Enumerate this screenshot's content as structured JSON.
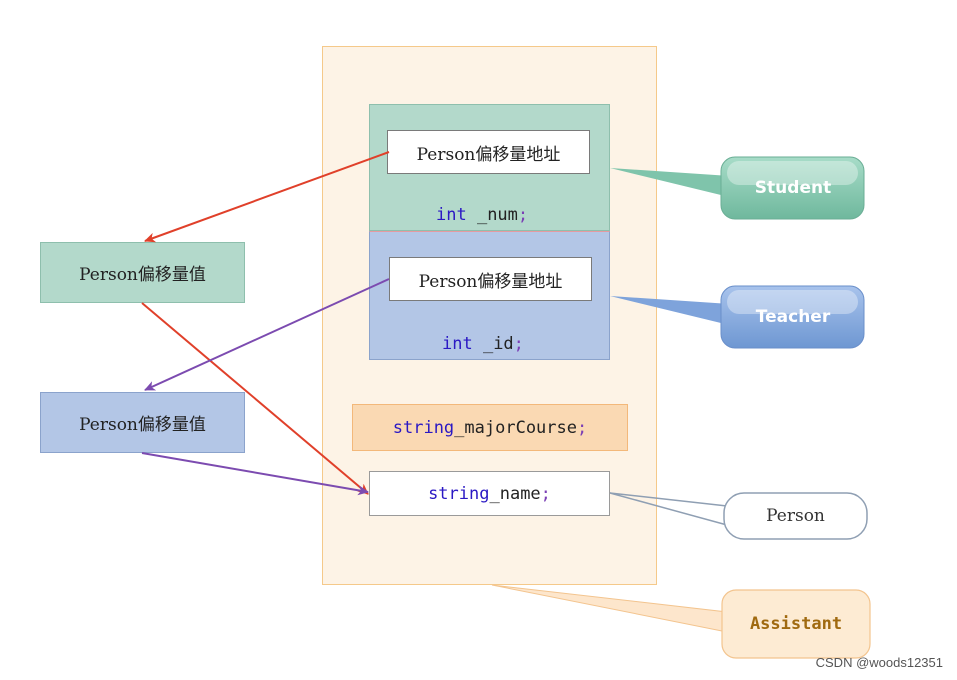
{
  "diagram": {
    "student": {
      "address_label": "Person偏移量地址",
      "member": {
        "type": "int",
        "name": " _num",
        "punct": ";"
      },
      "callout": "Student"
    },
    "teacher": {
      "address_label": "Person偏移量地址",
      "member": {
        "type": "int",
        "name": " _id",
        "punct": ";"
      },
      "callout": "Teacher"
    },
    "offset_values": [
      "Person偏移量值",
      "Person偏移量值"
    ],
    "assistant_member": {
      "type": "string",
      "name": " _majorCourse",
      "punct": ";"
    },
    "person_member": {
      "type": "string",
      "name": " _name",
      "punct": ";"
    },
    "person_callout": "Person",
    "assistant_callout": "Assistant",
    "colors": {
      "student": "#b3d9cb",
      "teacher": "#b3c6e6",
      "assistant": "#fdf3e6",
      "red_arrow": "#e0402a",
      "purple_arrow": "#7c4bb0"
    }
  },
  "watermark": "CSDN @woods12351"
}
